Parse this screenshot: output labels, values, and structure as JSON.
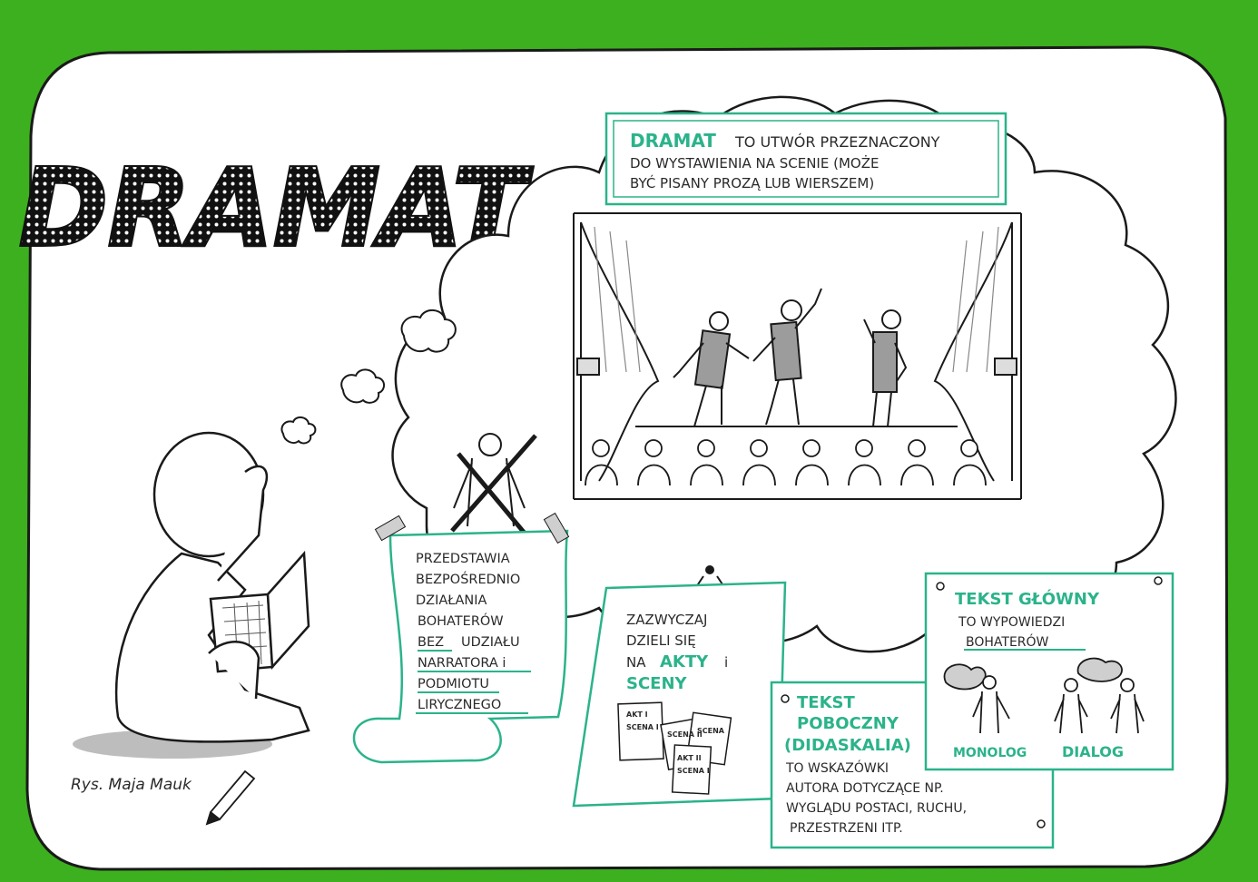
{
  "title": "DRAMAT",
  "definition": {
    "highlight": "DRAMAT",
    "line1_rest": "TO UTWÓR PRZEZNACZONY",
    "line2": "DO WYSTAWIENIA NA SCENIE (MOŻE",
    "line3": "BYĆ PISANY PROZĄ LUB WIERSZEM)"
  },
  "scroll": {
    "line1": "PRZEDSTAWIA",
    "line2": "BEZPOŚREDNIO",
    "line3": "DZIAŁANIA",
    "line4": "BOHATERÓW",
    "line5_word": "BEZ",
    "line5_rest": "UDZIAŁU",
    "line6": "NARRATORA i",
    "line7": "PODMIOTU",
    "line8": "LIRYCZNEGO"
  },
  "acts_card": {
    "line1": "ZAZWYCZAJ",
    "line2": "DZIELI SIĘ",
    "line3_prefix": "NA",
    "line3_highlight": "AKTY",
    "line3_suffix": "i",
    "line4_highlight": "SCENY",
    "page1": "AKT I",
    "page1_sub": "SCENA I",
    "page2": "SCENA II",
    "page3": "SCENA",
    "page4": "AKT II",
    "page4_sub": "SCENA I"
  },
  "side_text": {
    "title1": "TEKST",
    "title2": "POBOCZNY",
    "title3": "(DIDASKALIA)",
    "line1": "TO WSKAZÓWKI",
    "line2": "AUTORA DOTYCZĄCE NP.",
    "line3": "WYGLĄDU POSTACI, RUCHU,",
    "line4": "PRZESTRZENI ITP."
  },
  "main_text": {
    "title": "TEKST GŁÓWNY",
    "line1": "TO WYPOWIEDZI",
    "line2": "BOHATERÓW",
    "label_left": "MONOLOG",
    "label_right": "DIALOG"
  },
  "signature": "Rys. Maja Mauk",
  "colors": {
    "frame_green": "#3cb01e",
    "accent_green": "#2bb38a",
    "ink": "#1a1a1a",
    "gray_fill": "#b8b8b8"
  }
}
